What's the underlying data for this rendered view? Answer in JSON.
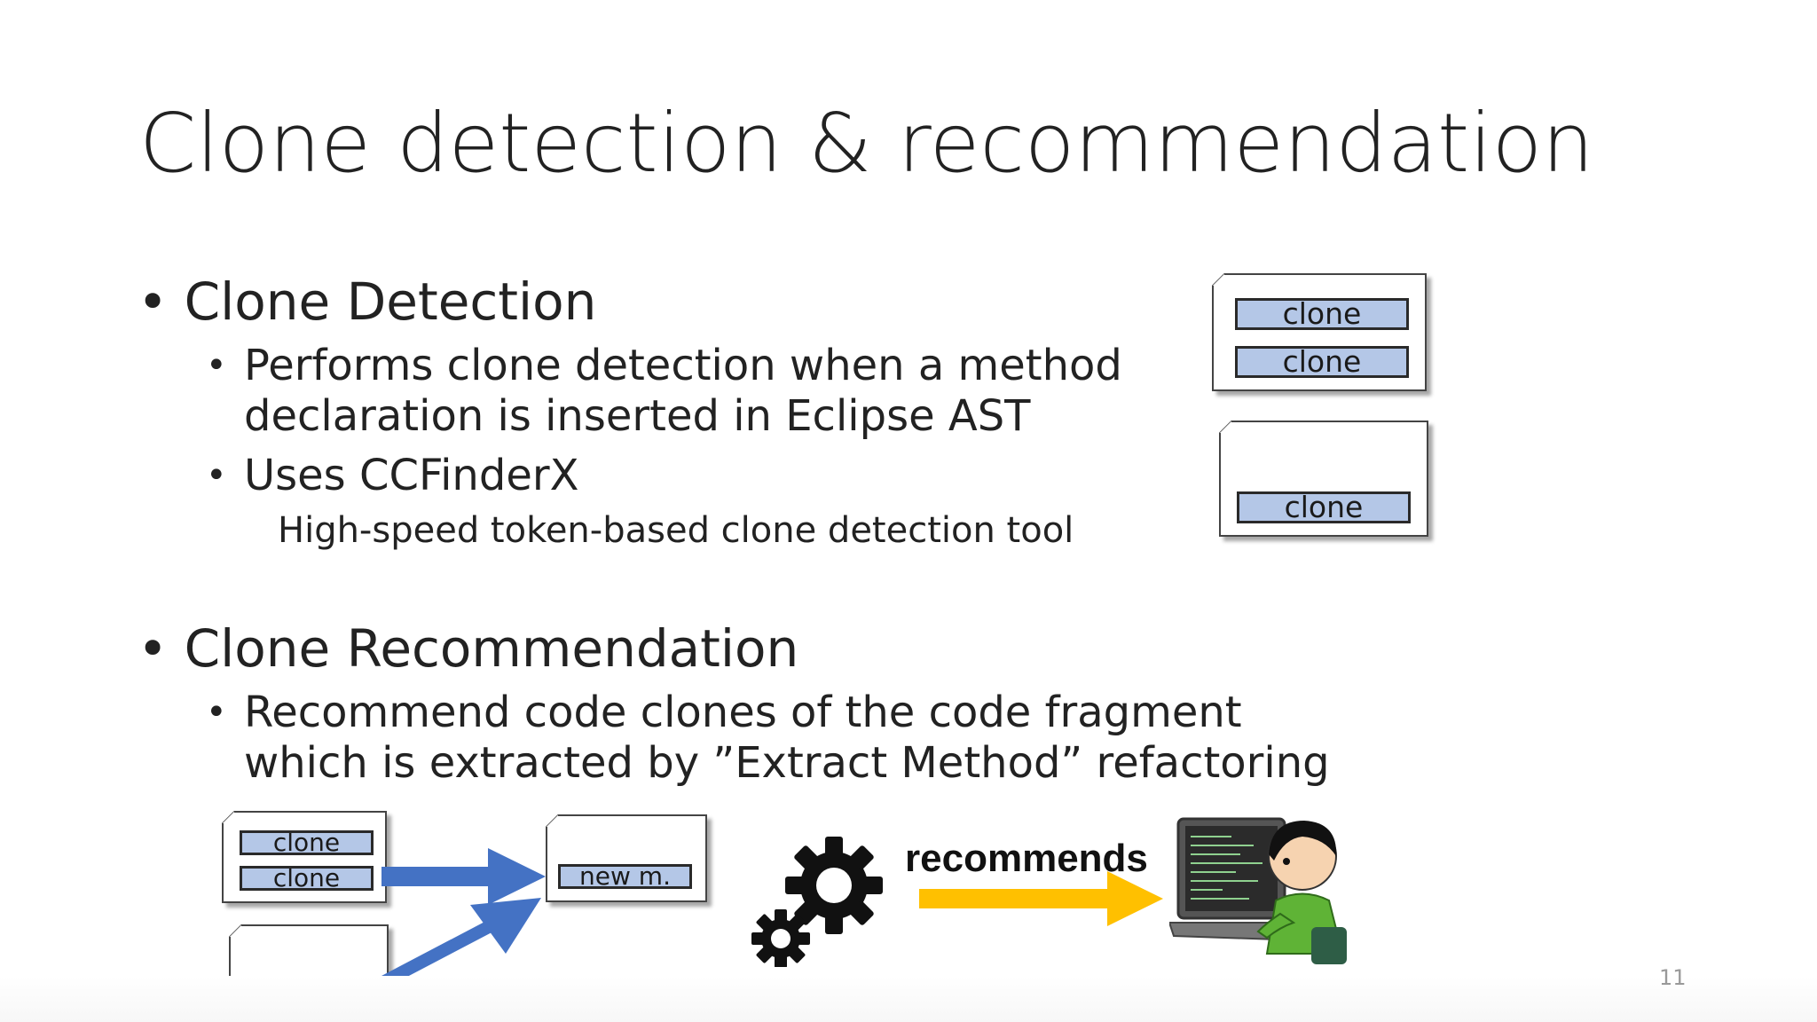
{
  "slide": {
    "title": "Clone detection & recommendation",
    "page_number": "11",
    "sections": [
      {
        "heading": "Clone Detection",
        "items": [
          {
            "line1": "Performs clone detection when a method",
            "line2": "declaration is inserted in Eclipse AST"
          },
          {
            "line1": "Uses CCFinderX",
            "note": "High-speed token-based clone detection tool"
          }
        ]
      },
      {
        "heading": "Clone Recommendation",
        "items": [
          {
            "line1": "Recommend code clones of the code fragment",
            "line2": "which is extracted by ”Extract Method” refactoring"
          }
        ]
      }
    ]
  },
  "figures": {
    "clone_label": "clone",
    "new_method_label": "new m.",
    "recommends_label": "recommends",
    "colors": {
      "clone_box": "#b4c7e7",
      "blue_arrow": "#4472c4",
      "yellow_arrow": "#ffc000",
      "gear": "#111111",
      "person_shirt": "#5fb336"
    }
  }
}
